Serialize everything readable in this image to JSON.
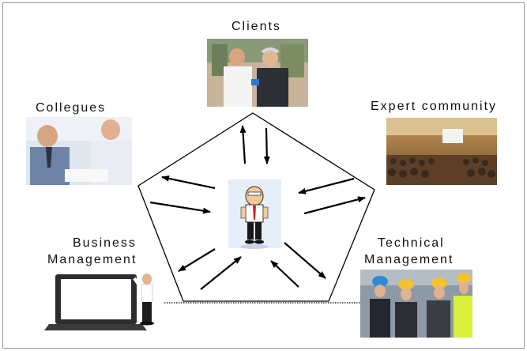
{
  "nodes": {
    "clients": "Clients",
    "collegues": "Collegues",
    "expert_community": "Expert community",
    "business_management_line1": "Business",
    "business_management_line2": "Management",
    "technical_management_line1": "Technical",
    "technical_management_line2": "Management"
  },
  "center": {
    "icon": "cartoon-engineer-icon"
  },
  "colors": {
    "frame": "#9a9a9a",
    "pentagon": "#000000",
    "arrows": "#000000"
  }
}
